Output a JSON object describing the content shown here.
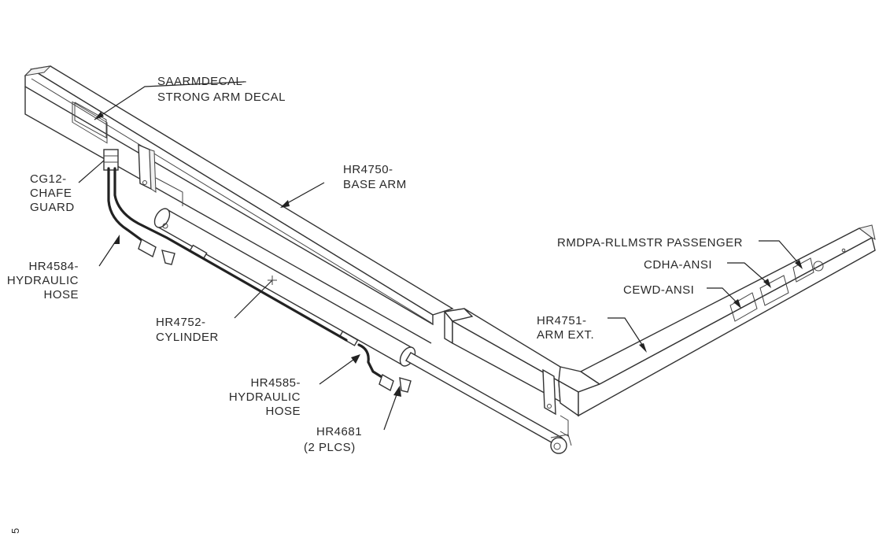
{
  "callouts": [
    {
      "id": "saarmdecal",
      "lines": [
        "SAARMDECAL-",
        "STRONG ARM DECAL"
      ]
    },
    {
      "id": "cg12",
      "lines": [
        "CG12-",
        "CHAFE",
        "GUARD"
      ]
    },
    {
      "id": "hr4750",
      "lines": [
        "HR4750-",
        "BASE ARM"
      ]
    },
    {
      "id": "hr4584",
      "lines": [
        "HR4584-",
        "HYDRAULIC",
        "HOSE"
      ]
    },
    {
      "id": "hr4752",
      "lines": [
        "HR4752-",
        "CYLINDER"
      ]
    },
    {
      "id": "hr4585",
      "lines": [
        "HR4585-",
        "HYDRAULIC",
        "HOSE"
      ]
    },
    {
      "id": "hr4681",
      "lines": [
        "HR4681",
        "(2 PLCS)"
      ]
    },
    {
      "id": "rmdpa",
      "lines": [
        "RMDPA-RLLMSTR PASSENGER"
      ]
    },
    {
      "id": "cdha",
      "lines": [
        "CDHA-ANSI"
      ]
    },
    {
      "id": "cewd",
      "lines": [
        "CEWD-ANSI"
      ]
    },
    {
      "id": "hr4751",
      "lines": [
        "HR4751-",
        "ARM EXT."
      ]
    }
  ],
  "page_number": "5"
}
